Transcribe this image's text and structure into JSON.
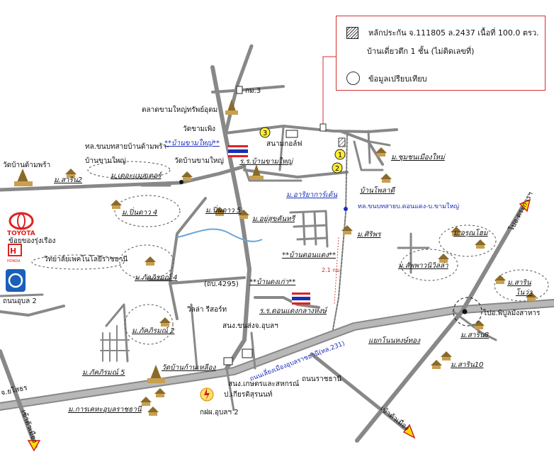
{
  "legend": {
    "collateral_label": "หลักประกัน จ.111805 ล.2437 เนื้อที่ 100.0 ตรว.",
    "collateral_desc": "บ้านเดี่ยวตึก 1 ชั้น (ไม่ติดเลขที่)",
    "comparison_label": "ข้อมูลเปรียบเทียบ"
  },
  "markers": [
    "1",
    "2",
    "3"
  ],
  "places": {
    "km3": "กม.3",
    "market": "ตลาดขามใหญ่ทรัพย์อุดม",
    "wat_kham_phoeng": "วัดขามเพิง",
    "ban_kham_yai_name": "**บ้านขามใหญ่**",
    "school_kham_yai": "ร.ร.บ้านขามใหญ่",
    "golf": "สนามกอล์ฟ",
    "sub_district": "ทล.ขนบทสายบ้านด้ามพร้า-",
    "sub_district2": "บ้านขามใหญ่",
    "wat_kham_yai": "วัดบ้านขามใหญ่",
    "wat_dam_phra": "วัดบ้านด้ามพร้า",
    "saran2": "ม.สาริน2",
    "leader": "ม.เดอะแมสเตอร์",
    "pin_kao4": "ม.ปิ่นดาว 4",
    "pin_kao5": "ม.ปิ่นดาว 5",
    "yusuk": "ม.อยู่สุขคันทรี",
    "arrisa": "ม.อาริยาการ์เด้น",
    "ban_pho_di": "บ้านโพลาดี",
    "chum_chon": "ม.ชุมชนเมืองใหม่",
    "rural_road": "ทล.ขนบทสายบ.ดอนแดง-บ.ขามใหญ่",
    "siriporn": "ม.ศิริพร",
    "ban_don_daeng": "**บ้านดอนแดง**",
    "dist": "2.1 กม.",
    "college": "วิทยาลัยเพคโนโลยีราชธานี",
    "toyota": "TOYOTA",
    "toyota_dealer": "ข้อยของรุ่งเรือง",
    "honda": "HONDA",
    "phak4": "ม.ภัคภิรมณ์ 4",
    "ban_dong_kao": "**บ้านดงเก่า**",
    "road_4295": "(ถบ.4295)",
    "sapphawan": "ม.สัพพาวนิวิลล่า",
    "aramin": "ม.อรุณโฮม",
    "to_sakhon": "ไปอ.ตระการฯ",
    "saran_nowa_1": "ม.สาริน",
    "saran_nowa_2": "โนว่า",
    "to_phibun": "ไปอ.พิบูลมังสาหาร",
    "udon2": "ถนนอุบล 2",
    "phak2": "ม.ภัคภิรมณ์ 2",
    "villa": "วิลล่า รีสอร์ท",
    "school_don_daeng": "ร.ร.ดอนแดงกลางหงษ์",
    "transport": "สนง.ขนส่งจ.อุบลฯ",
    "main_road": "ถนนเลี่ยงเมืองอุบลราชธานี(ทล.231)",
    "junction": "แยกโนนหงษ์ทอง",
    "saran8": "ม.สาริน8",
    "saran10": "ม.สาริน10",
    "phak5": "ม.ภัคภิรมณ์ 5",
    "wat_kan_lueang": "วัดบ้านก้านเหลือง",
    "agri": "สนง.เกษตรและสหกรณ์",
    "agri2": "ป.เกียรติสุรนนท์",
    "egat": "กฝผ.อุบลฯ 2",
    "to_yasothon": "จ.ยโสธร",
    "to_city": "เข้าตัวเมือง",
    "karakede": "ม.การเคหะอุบลราชธานี",
    "ratchathani_road": "ถนนราชธานี",
    "to_city2": "เข้าตัวเมือง"
  }
}
